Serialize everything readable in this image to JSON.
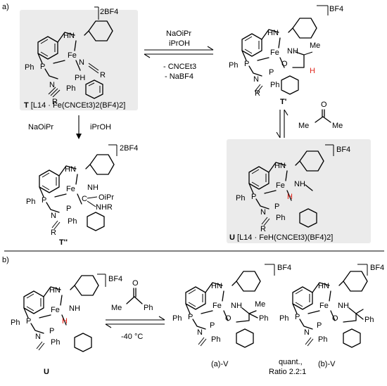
{
  "panels": {
    "a": "a)",
    "b": "b)"
  },
  "compounds": {
    "T": {
      "charge": "2BF4",
      "label_bold": "T",
      "label_rest": "[L14 · Fe(CNCEt3)2(BF4)2]"
    },
    "T_prime": {
      "charge": "BF4",
      "label": "T'"
    },
    "T_double_prime": {
      "charge": "2BF4",
      "label": "T''"
    },
    "U_top": {
      "charge": "BF4",
      "label_bold": "U",
      "label_rest": "[L14 · FeH(CNCEt3)(BF4)2]"
    },
    "U_bottom": {
      "charge": "BF4",
      "label": "U"
    },
    "aV": {
      "charge": "BF4",
      "label": "(a)-V"
    },
    "bV": {
      "charge": "BF4",
      "label": "(b)-V"
    }
  },
  "atoms": {
    "HN": "HN",
    "NH": "NH",
    "Fe": "Fe",
    "P": "P",
    "Ph": "Ph",
    "N": "N",
    "R": "R",
    "O": "O",
    "Me": "Me",
    "H": "H",
    "C": "C",
    "OiPr": "OiPr",
    "NHR": "NHR",
    "PH": "PH"
  },
  "conditions": {
    "T_to_Tprime_top": "NaOiPr",
    "T_to_Tprime_top2": "iPrOH",
    "T_to_Tprime_bottom1": "- CNCEt3",
    "T_to_Tprime_bottom2": "- NaBF4",
    "T_to_Tdd_1": "NaOiPr",
    "T_to_Tdd_2": "iPrOH",
    "acetone": "acetone",
    "acetophenone": "acetophenone",
    "temperature": "-40 °C",
    "yield": "quant.,",
    "ratio": "Ratio 2.2:1"
  },
  "colors": {
    "highlight_box": "#ebebeb",
    "red_hydride": "#e0251b",
    "line": "#000000"
  }
}
